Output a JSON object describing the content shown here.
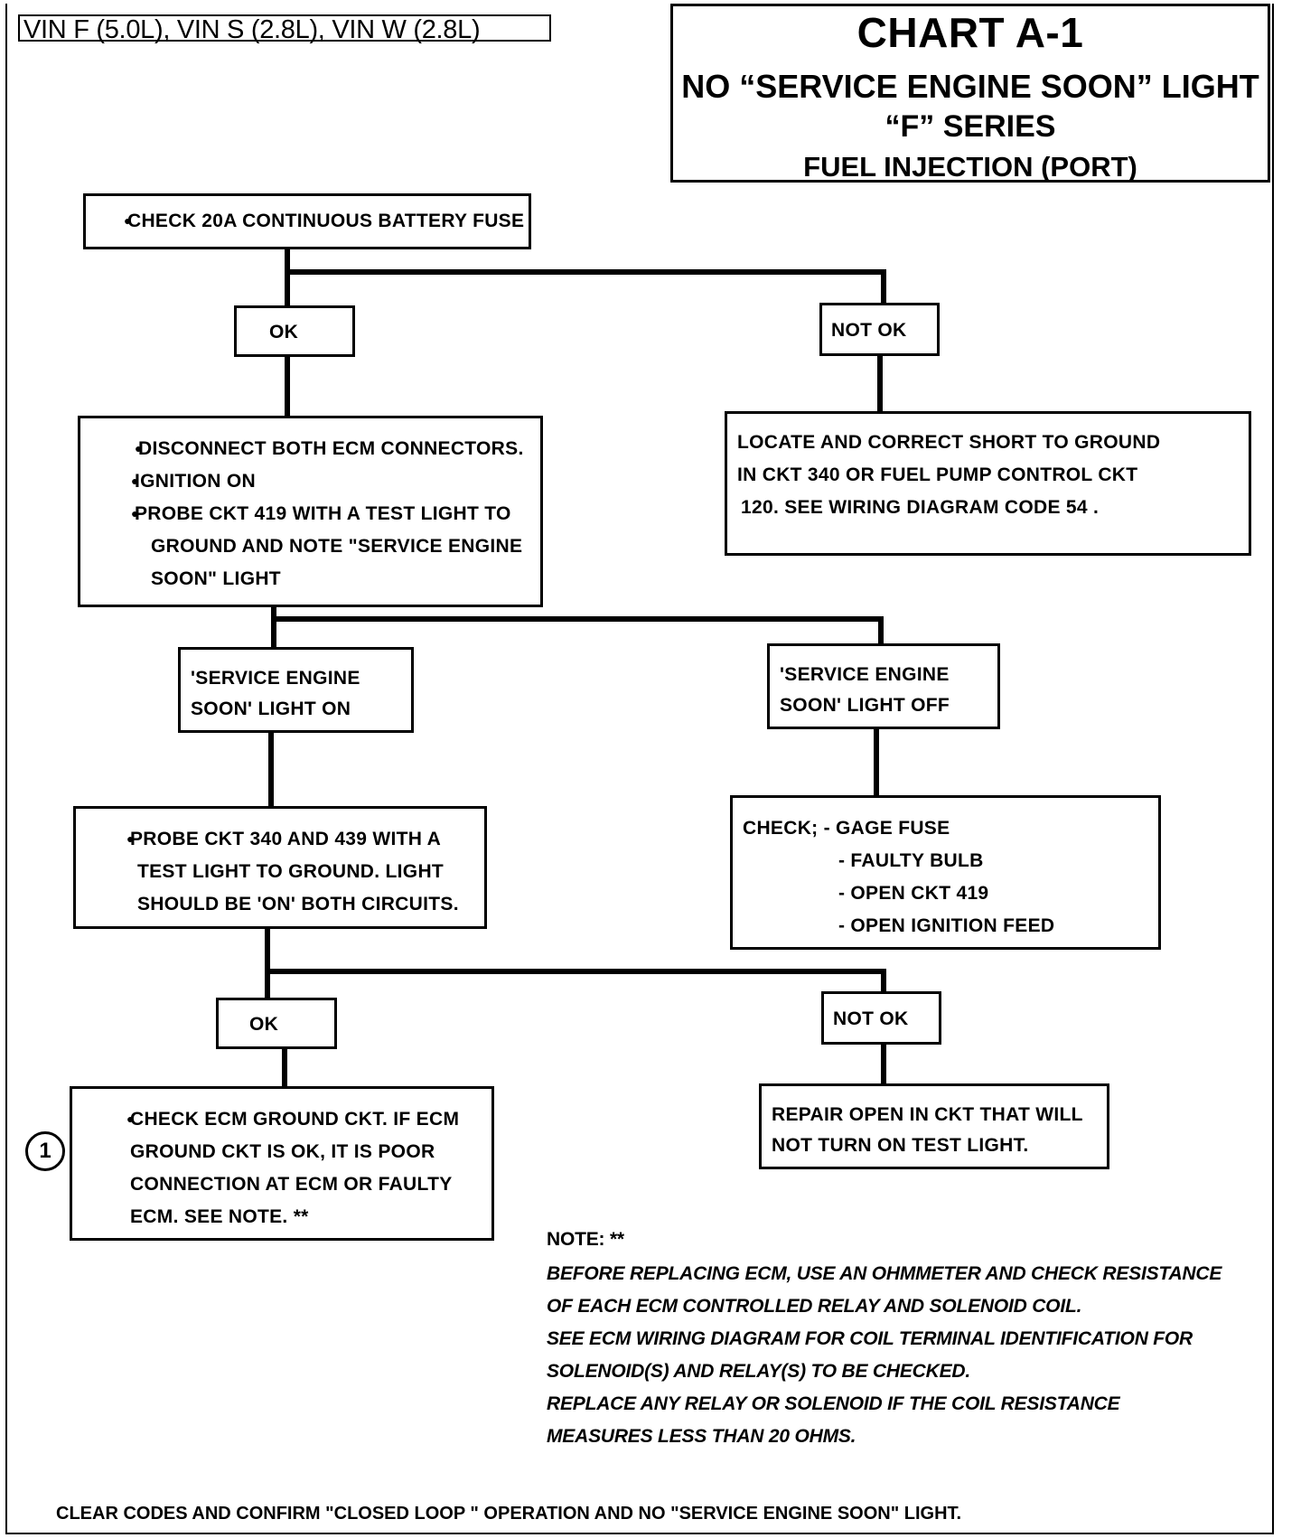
{
  "header": {
    "vin_label": "VIN F (5.0L), VIN S (2.8L), VIN W (2.8L)",
    "chart_title": "CHART A-1",
    "subtitle_1": "NO “SERVICE ENGINE SOON” LIGHT",
    "subtitle_2": "“F” SERIES",
    "subtitle_3": "FUEL INJECTION (PORT)"
  },
  "flow": {
    "check_fuse": "CHECK 20A CONTINUOUS BATTERY FUSE",
    "fuse_ok": "OK",
    "fuse_not_ok": "NOT OK",
    "short_fix": [
      "LOCATE AND CORRECT SHORT TO GROUND",
      "IN CKT 340 OR FUEL PUMP CONTROL CKT",
      "120.  SEE  WIRING DIAGRAM CODE 54 ."
    ],
    "disconnect": {
      "b1": "DISCONNECT BOTH ECM CONNECTORS.",
      "b2": "IGNITION ON",
      "b3a": "PROBE CKT 419 WITH A TEST LIGHT TO",
      "b3b": "GROUND AND NOTE \"SERVICE ENGINE",
      "b3c": "SOON\" LIGHT"
    },
    "light_on": [
      "'SERVICE ENGINE",
      "SOON' LIGHT ON"
    ],
    "light_off": [
      "'SERVICE ENGINE",
      "SOON' LIGHT OFF"
    ],
    "check_list": {
      "c1": "CHECK; -  GAGE FUSE",
      "c2": "- FAULTY BULB",
      "c3": "- OPEN CKT 419",
      "c4": "- OPEN IGNITION FEED"
    },
    "probe": {
      "p1": "PROBE CKT 340 AND 439 WITH A",
      "p2": "TEST LIGHT TO GROUND.  LIGHT",
      "p3": "SHOULD BE 'ON' BOTH CIRCUITS."
    },
    "probe_ok": "OK",
    "probe_not_ok": "NOT OK",
    "ecm_ground": {
      "e1": "CHECK ECM GROUND CKT.  IF ECM",
      "e2": "GROUND CKT IS OK, IT IS POOR",
      "e3": "CONNECTION AT ECM OR FAULTY",
      "e4": "ECM.  SEE NOTE. **"
    },
    "repair_open": [
      "REPAIR OPEN IN CKT THAT WILL",
      "NOT TURN ON TEST LIGHT."
    ],
    "step_number": "1"
  },
  "note": {
    "heading": "NOTE: **",
    "lines": [
      "BEFORE REPLACING ECM, USE AN OHMMETER AND CHECK RESISTANCE",
      "OF EACH ECM CONTROLLED RELAY AND SOLENOID COIL.",
      "SEE ECM WIRING DIAGRAM FOR COIL TERMINAL IDENTIFICATION FOR",
      "SOLENOID(S) AND RELAY(S) TO BE CHECKED.",
      "REPLACE ANY RELAY OR SOLENOID IF THE COIL  RESISTANCE",
      "MEASURES LESS THAN 20 OHMS."
    ]
  },
  "footer": "CLEAR CODES AND CONFIRM \"CLOSED LOOP \" OPERATION AND NO \"SERVICE ENGINE SOON\" LIGHT."
}
